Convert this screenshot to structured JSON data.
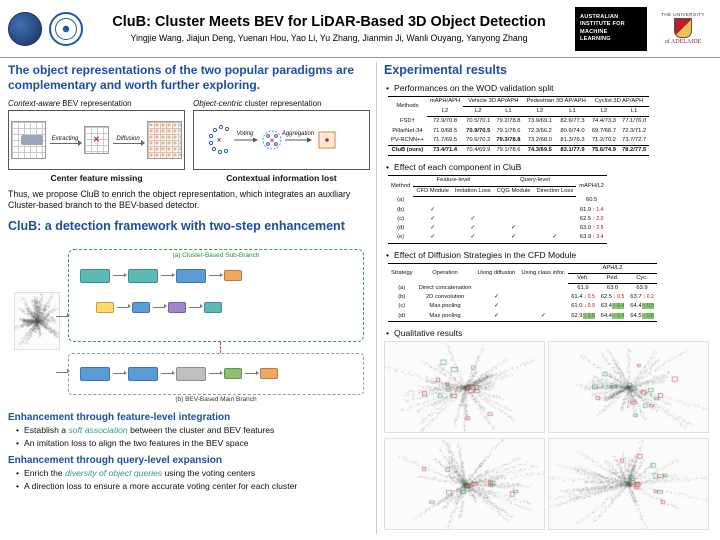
{
  "glyphs": {
    "bullet": "•",
    "cross": "✕"
  },
  "header": {
    "title": "CluB: Cluster Meets BEV for LiDAR-Based 3D Object Detection",
    "authors": "Yingjie Wang, Jiajun Deng, Yuenan Hou, Yao Li, Yu Zhang, Jianmin Ji, Wanli Ouyang, Yanyong Zhang",
    "aiml": [
      "AUSTRALIAN",
      "INSTITUTE FOR",
      "MACHINE",
      "LEARNING"
    ],
    "adelaide": {
      "top": "THE UNIVERSITY",
      "bottom": "of ADELAIDE"
    }
  },
  "left": {
    "heading1": "The object representations of the two popular paradigms are complementary and worth further exploring.",
    "panel_bev": {
      "label_em": "Context-aware",
      "label_rest": " BEV representation",
      "step1": "Extracting",
      "step2": "Diffusion",
      "caption": "Center feature missing"
    },
    "panel_cluster": {
      "label_em": "Object-centric",
      "label_rest": " cluster representation",
      "step1": "Voting",
      "step2": "Aggregation",
      "caption": "Contextual information lost"
    },
    "proposal": "Thus, we propose CluB to enrich the object representation, which integrates an auxiliary Cluster-based branch to the BEV-based detector.",
    "heading2": "CluB: a detection framework with two-step enhancement",
    "diagram": {
      "top": "(a) Cluster-Based Sub-Branch",
      "bottom": "(b) BEV-Based Main Branch"
    },
    "feat": {
      "heading": "Enhancement through feature-level integration",
      "b1_pre": "Establish a ",
      "b1_hl": "soft association",
      "b1_post": " between the cluster and BEV features",
      "b2": "An imitation loss to align the two features in the BEV space"
    },
    "query": {
      "heading": "Enhancement through query-level expansion",
      "b1_pre": "Enrich the ",
      "b1_hl": "diversity of object queries",
      "b1_post": " using the voting centers",
      "b2": "A direction loss to ensure a more accurate voting center for each cluster"
    }
  },
  "right": {
    "heading": "Experimental results",
    "bullet_wod": "Performances on the WOD validation split",
    "bullet_comp": "Effect of each component in CluB",
    "bullet_diff": "Effect of Diffusion Strategies in the CFD Module",
    "bullet_qual": "Qualitative results"
  },
  "tables": {
    "wod": {
      "head": [
        [
          {
            "t": "Methods",
            "rs": 2
          },
          {
            "t": "mAPH/APH"
          },
          {
            "t": "Vehicle 3D AP/APH",
            "cs": 2
          },
          {
            "t": "Pedestrian 3D AP/APH",
            "cs": 2
          },
          {
            "t": "Cyclist 3D AP/APH",
            "cs": 2
          }
        ],
        [
          {
            "t": "L2"
          },
          {
            "t": "L2"
          },
          {
            "t": "L1"
          },
          {
            "t": "L2"
          },
          {
            "t": "L1"
          },
          {
            "t": "L2"
          },
          {
            "t": "L1"
          }
        ]
      ],
      "rows": [
        [
          "FSD†",
          "72.9/70.8",
          "70.5/70.1",
          "79.2/78.8",
          "73.9/69.1",
          "82.6/77.3",
          "74.4/73.3",
          "77.1/76.0"
        ],
        [
          "PillarNet-34",
          "71.0/68.5",
          {
            "t": "70.9/70.5",
            "b": 1
          },
          "79.1/78.6",
          "72.3/66.2",
          "80.6/74.0",
          "69.7/68.7",
          "72.3/71.2"
        ],
        [
          "PV-RCNN++",
          "71.7/69.5",
          "70.6/70.2",
          {
            "t": "79.3/78.8",
            "b": 1
          },
          "73.2/68.0",
          "81.3/76.3",
          "71.2/70.2",
          "73.7/72.7"
        ],
        [
          {
            "t": "CluB (ours)",
            "b": 1
          },
          {
            "t": "73.4/71.4",
            "b": 1
          },
          "70.4/69.9",
          "79.1/78.6",
          {
            "t": "74.3/69.5",
            "b": 1
          },
          {
            "t": "83.1/77.9",
            "b": 1
          },
          {
            "t": "75.6/74.9",
            "b": 1
          },
          {
            "t": "78.2/77.5",
            "b": 1
          }
        ]
      ]
    },
    "components": {
      "head": [
        [
          {
            "t": "Method",
            "rs": 2
          },
          {
            "t": "Feature-level",
            "cs": 2
          },
          {
            "t": "Query-level",
            "cs": 2
          },
          {
            "t": "mAPH/L2",
            "rs": 2
          }
        ],
        [
          {
            "t": "CFD Module"
          },
          {
            "t": "Imitation Loss"
          },
          {
            "t": "CQG Module"
          },
          {
            "t": "Direction Loss"
          }
        ]
      ],
      "rows": [
        [
          "(a)",
          "",
          "",
          "",
          "",
          "60.5"
        ],
        [
          "(b)",
          "✓",
          "",
          "",
          "",
          {
            "t": "61.9",
            "sub": "↑ 1.4",
            "subc": "red"
          }
        ],
        [
          "(c)",
          "✓",
          "✓",
          "",
          "",
          {
            "t": "62.5",
            "sub": "↑ 2.0",
            "subc": "red"
          }
        ],
        [
          "(d)",
          "✓",
          "✓",
          "✓",
          "",
          {
            "t": "63.0",
            "sub": "↑ 2.5",
            "subc": "red"
          }
        ],
        [
          "(e)",
          "✓",
          "✓",
          "✓",
          "✓",
          {
            "t": "63.9",
            "sub": "↑ 3.4",
            "subc": "red"
          }
        ]
      ]
    },
    "diffusion": {
      "head": [
        [
          {
            "t": "Strategy",
            "rs": 2
          },
          {
            "t": "Operation",
            "rs": 2
          },
          {
            "t": "Using diffusion",
            "rs": 2
          },
          {
            "t": "Using class infor.",
            "rs": 2
          },
          {
            "t": "APH/L2",
            "cs": 3
          }
        ],
        [
          {
            "t": "Veh."
          },
          {
            "t": "Ped."
          },
          {
            "t": "Cyc."
          }
        ]
      ],
      "rows": [
        [
          "(a)",
          "Direct concatenation",
          "",
          "",
          "61.9",
          "63.0",
          "63.9"
        ],
        [
          "(b)",
          "2D convolution",
          "✓",
          "",
          {
            "t": "61.4",
            "sub": "↓ 0.5",
            "subc": "red"
          },
          {
            "t": "62.5",
            "sub": "↓ 0.5",
            "subc": "red"
          },
          {
            "t": "63.7",
            "sub": "↓ 0.2",
            "subc": "red"
          }
        ],
        [
          "(c)",
          "Max pooling",
          "✓",
          "",
          {
            "t": "61.0",
            "sub": "↓ 0.9",
            "subc": "red"
          },
          {
            "t": "63.4",
            "sub": "↑ 0.4",
            "subc": "green"
          },
          {
            "t": "64.4",
            "sub": "↑ 0.5",
            "subc": "green"
          }
        ],
        [
          "(d)",
          "Max pooling",
          "✓",
          "✓",
          {
            "t": "62.9",
            "sub": "↑ 1.0",
            "subc": "green"
          },
          {
            "t": "64.4",
            "sub": "↑ 1.4",
            "subc": "green"
          },
          {
            "t": "64.5",
            "sub": "↑ 0.6",
            "subc": "green"
          }
        ]
      ]
    }
  }
}
